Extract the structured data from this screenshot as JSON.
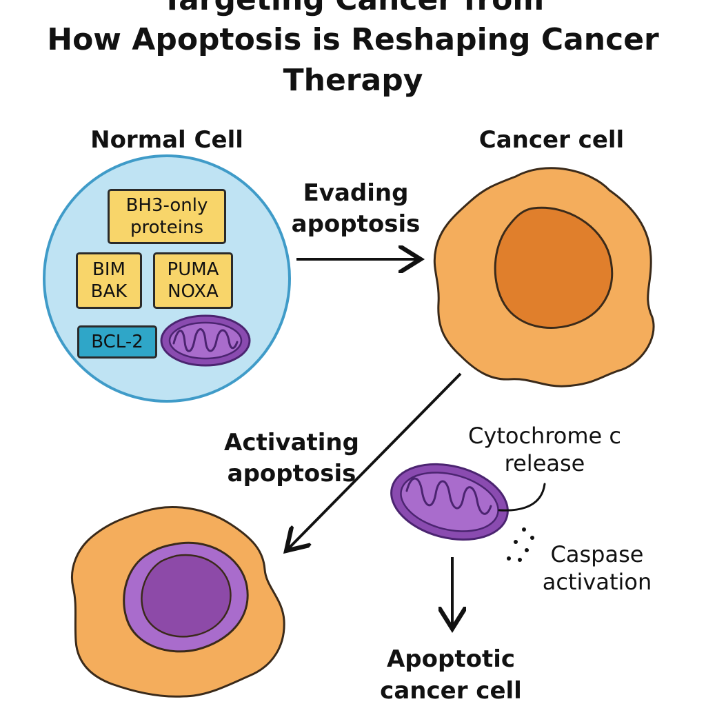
{
  "title": {
    "line1": "Targeting Cancer from",
    "line2": "How Apoptosis is Reshaping Cancer",
    "line3": "Therapy"
  },
  "normal_cell": {
    "title": "Normal Cell",
    "boxes": {
      "bh3_line1": "BH3-only",
      "bh3_line2": "proteins",
      "bim": "BIM",
      "bak": "BAK",
      "puma": "PUMA",
      "noxa": "NOXA",
      "bcl2": "BCL-2"
    }
  },
  "cancer_cell": {
    "title": "Cancer cell"
  },
  "arrows": {
    "evading_line1": "Evading",
    "evading_line2": "apoptosis",
    "activating_line1": "Activating",
    "activating_line2": "apoptosis"
  },
  "mitochondria_labels": {
    "cytochrome_line1": "Cytochrome c",
    "cytochrome_line2": "release",
    "caspase_line1": "Caspase",
    "caspase_line2": "activation"
  },
  "outcome": {
    "line1": "Apoptotic",
    "line2": "cancer cell"
  },
  "colors": {
    "normal_cell_fill": "#bfe3f3",
    "normal_cell_border": "#3f9bc8",
    "cancer_cell_fill": "#f4ad5c",
    "cancer_nucleus": "#e07f2c",
    "apoptotic_nucleus": "#8d4aa8",
    "mitochondria": "#8a4bb0",
    "protein_box": "#f8d56a",
    "bcl2_box": "#2fa6c8"
  }
}
